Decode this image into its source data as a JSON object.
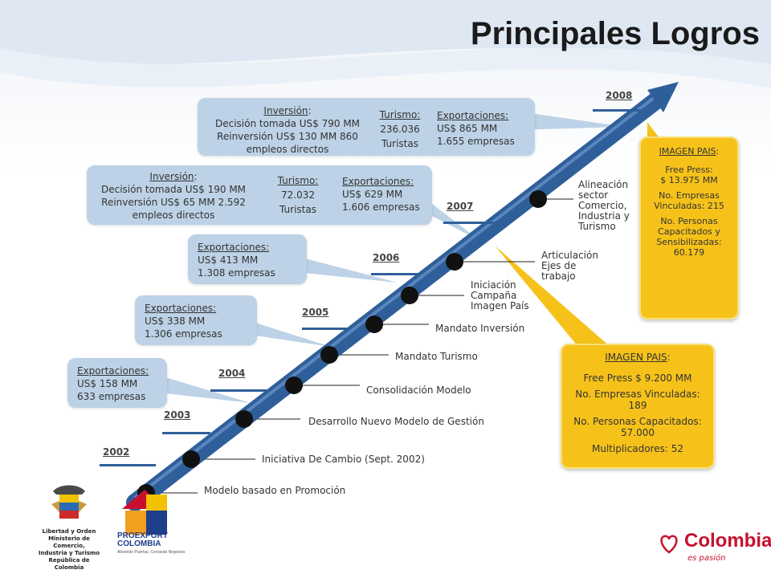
{
  "title": "Principales Logros",
  "years": [
    "2002",
    "2003",
    "2004",
    "2005",
    "2006",
    "2007",
    "2008"
  ],
  "milestones": [
    "Modelo basado en Promoción",
    "Iniciativa De Cambio (Sept. 2002)",
    "Desarrollo Nuevo Modelo de Gestión",
    "Consolidación Modelo",
    "Mandato Turismo",
    "Mandato Inversión",
    "Iniciación Campaña Imagen País",
    "Articulación Ejes de trabajo",
    "Alineación sector Comercio, Industria y Turismo"
  ],
  "boxes": {
    "b2008": {
      "inv_title": "Inversión",
      "inv_lines": [
        "Decisión tomada US$ 790 MM",
        "Reinversión US$ 130 MM      860",
        "empleos directos"
      ],
      "tur_title": "Turismo:",
      "tur_lines": [
        "236.036",
        "Turistas"
      ],
      "exp_title": "Exportaciones:",
      "exp_lines": [
        "US$ 865 MM",
        "1.655 empresas"
      ]
    },
    "b2007": {
      "inv_title": "Inversión",
      "inv_lines": [
        "Decisión tomada US$ 190 MM",
        "Reinversión US$ 65 MM      2.592",
        "empleos directos"
      ],
      "tur_title": "Turismo:",
      "tur_lines": [
        "72.032",
        "Turistas"
      ],
      "exp_title": "Exportaciones:",
      "exp_lines": [
        "US$ 629 MM",
        "1.606 empresas"
      ]
    },
    "b2006": {
      "exp_title": "Exportaciones:",
      "exp_lines": [
        "US$ 413 MM",
        "1.308  empresas"
      ]
    },
    "b2005": {
      "exp_title": "Exportaciones:",
      "exp_lines": [
        "US$ 338 MM",
        "1.306 empresas"
      ]
    },
    "b2003": {
      "exp_title": "Exportaciones:",
      "exp_lines": [
        "US$ 158 MM",
        "633 empresas"
      ]
    }
  },
  "imagen_2008": {
    "title": "IMAGEN PAIS",
    "lines": [
      "Free Press:",
      "$ 13.975 MM",
      "No. Empresas Vinculadas: 215",
      "No. Personas Capacitados y Sensibilizadas: 60.179"
    ]
  },
  "imagen_2007": {
    "title": "IMAGEN PAIS",
    "lines": [
      "Free Press $ 9.200 MM",
      "No. Empresas Vinculadas: 189",
      "No. Personas Capacitados: 57.000",
      "Multiplicadores: 52"
    ]
  },
  "logos": {
    "gov": [
      "Libertad y Orden",
      "Ministerio de Comercio,",
      "Industria y Turismo",
      "República de Colombia"
    ],
    "proexport_name": "PROEXPORT",
    "proexport_country": "COLOMBIA",
    "proexport_tag": "Abriendo Puertas, Cerrando Negocios",
    "colombia_brand": "Colombia",
    "colombia_tag": "es pasión"
  },
  "colors": {
    "arrow": "#2f5f9a",
    "box": "#bdd2e6",
    "yellow": "#f6c21a",
    "node": "#111111"
  }
}
